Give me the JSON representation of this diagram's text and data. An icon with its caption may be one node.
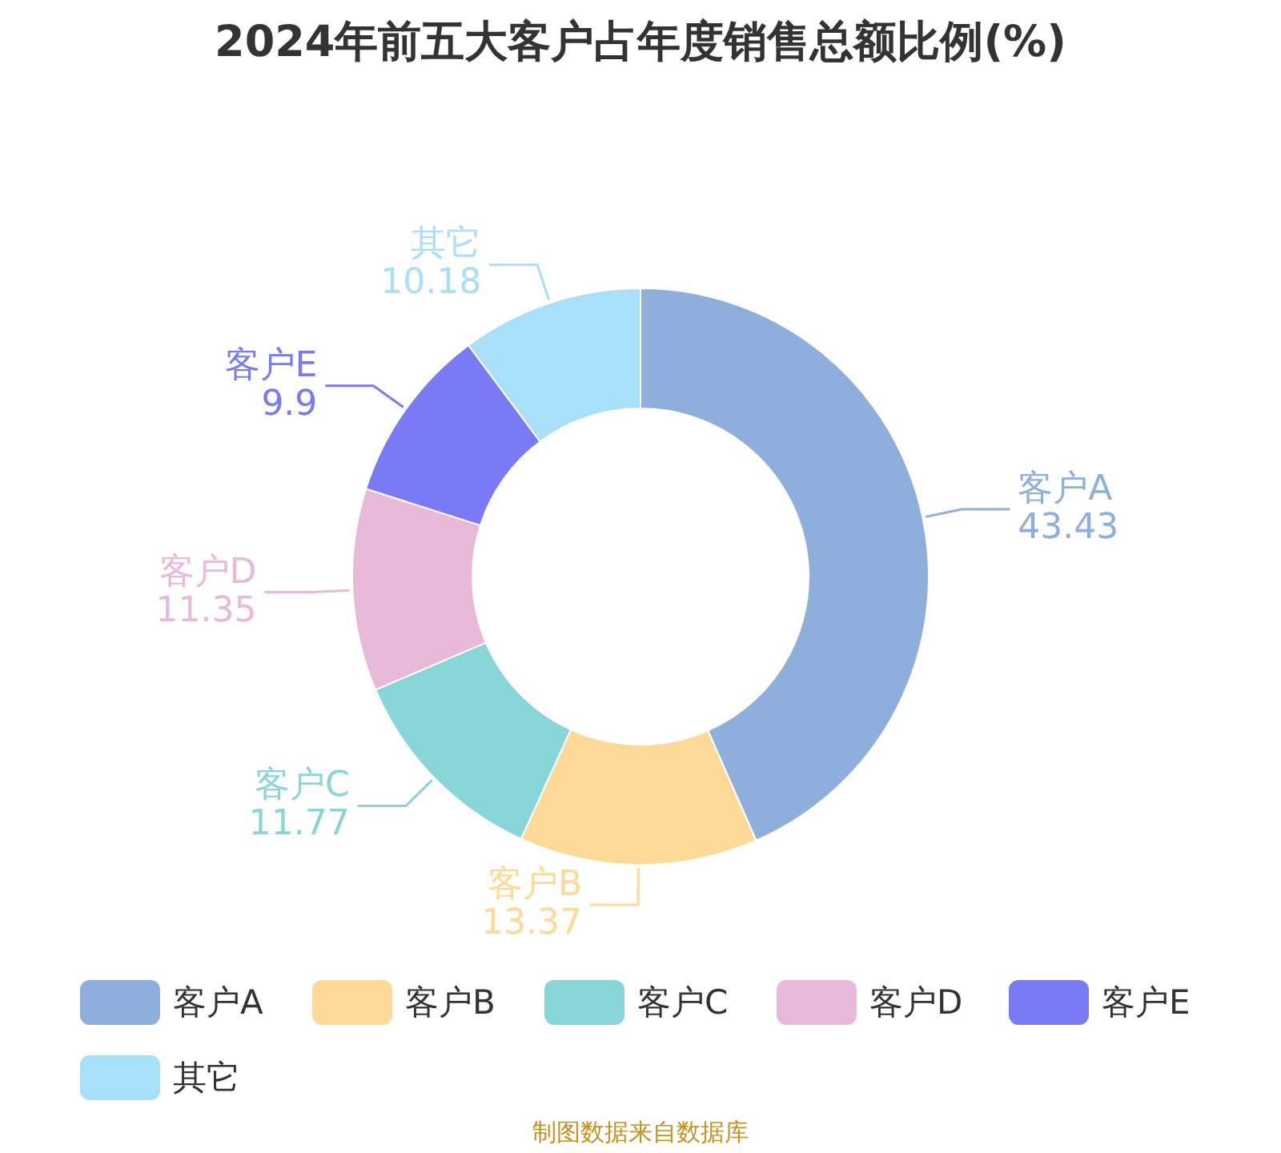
{
  "diagram": {
    "title": "2024年前五大客户占年度销售总额比例(%)",
    "caption": "制图数据来自数据库",
    "chart_data": {
      "type": "donut",
      "categories": [
        "客户A",
        "客户B",
        "客户C",
        "客户D",
        "客户E",
        "其它"
      ],
      "series": [
        {
          "values": [
            43.43,
            13.37,
            11.77,
            11.35,
            9.9,
            10.18
          ]
        }
      ],
      "data_labels": true
    },
    "legend": [
      {
        "text": "客户A",
        "color": "#8eaedb"
      },
      {
        "text": "客户B",
        "color": "#ffd997"
      },
      {
        "text": "客户C",
        "color": "#88d6d8"
      },
      {
        "text": "客户D",
        "color": "#e8b9d8"
      },
      {
        "text": "客户E",
        "color": "#7b7af5"
      },
      {
        "text": "其它",
        "color": "#a8dff9"
      }
    ]
  }
}
